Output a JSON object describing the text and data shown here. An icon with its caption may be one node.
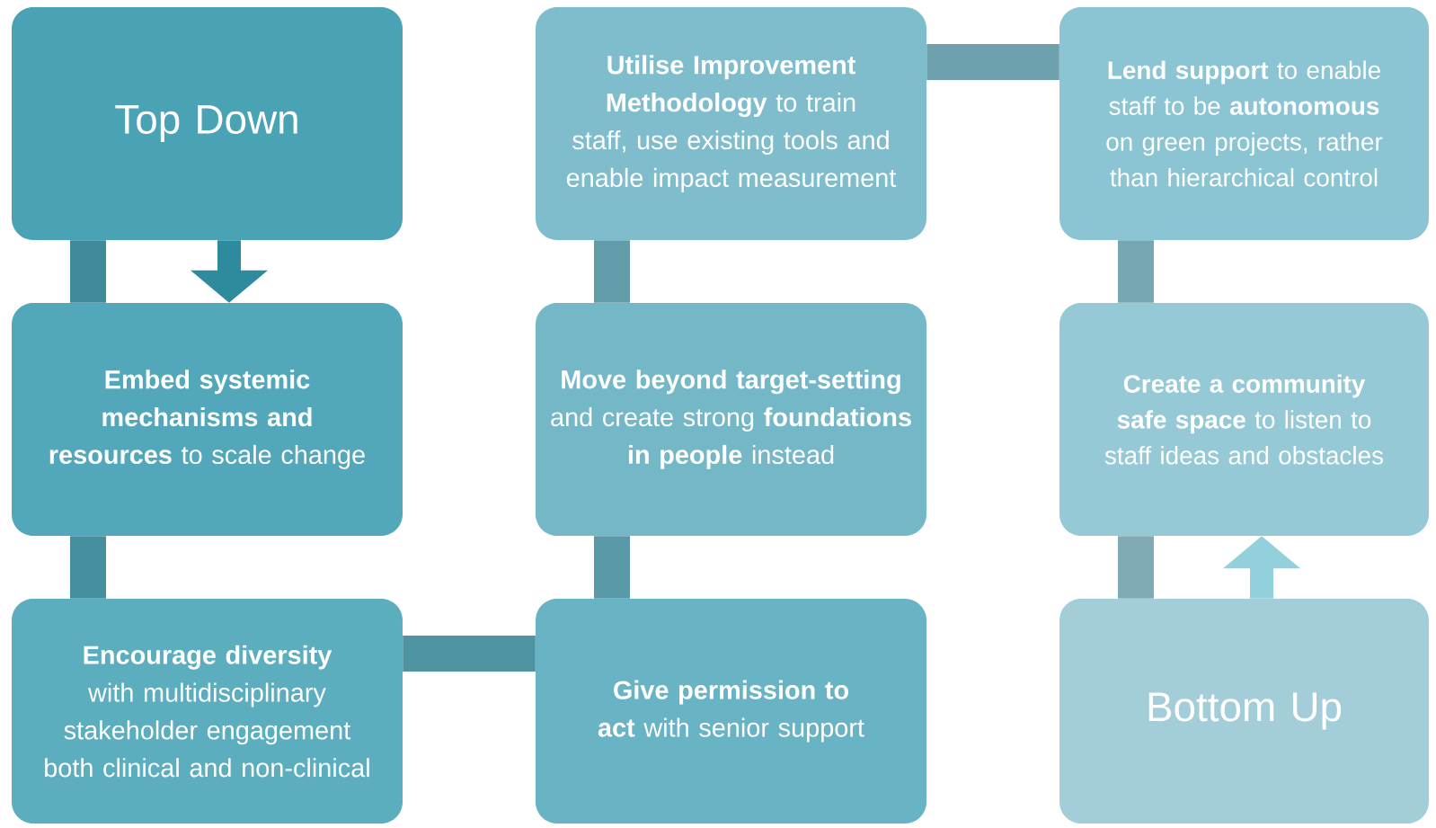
{
  "diagram": {
    "nodes": [
      {
        "text": [
          "Top Down"
        ]
      },
      {
        "text": [
          "**Utilise Improvement Methodology** to train staff, use existing tools and enable impact measurement"
        ]
      },
      {
        "text": [
          "**Lend support** to enable staff to be **autonomous** on green projects, rather than hierarchical control"
        ]
      },
      {
        "text": [
          "**Embed systemic mechanisms and resources** to scale change"
        ]
      },
      {
        "text": [
          "**Move beyond target-setting** and create strong **foundations in people** instead"
        ]
      },
      {
        "text": [
          "**Create a community safe space** to listen to staff ideas and obstacles"
        ]
      },
      {
        "text": [
          "**Encourage diversity** with multidisciplinary stakeholder engagement both clinical and non-clinical"
        ]
      },
      {
        "text": [
          "**Give permission to act** with senior support"
        ]
      },
      {
        "text": [
          "Bottom Up"
        ]
      }
    ],
    "edges": [
      {
        "from": 0,
        "to": 3,
        "arrow": "none"
      },
      {
        "from": 0,
        "to": 3,
        "arrow": "to",
        "color": "#2e8b9e"
      },
      {
        "from": 3,
        "to": 6,
        "arrow": "none"
      },
      {
        "from": 6,
        "to": 7,
        "arrow": "none"
      },
      {
        "from": 7,
        "to": 4,
        "arrow": "none"
      },
      {
        "from": 4,
        "to": 1,
        "arrow": "none"
      },
      {
        "from": 1,
        "to": 2,
        "arrow": "none"
      },
      {
        "from": 2,
        "to": 5,
        "arrow": "none"
      },
      {
        "from": 5,
        "to": 8,
        "arrow": "none"
      },
      {
        "from": 8,
        "to": 5,
        "arrow": "to",
        "color": "#92d0dc"
      }
    ]
  }
}
